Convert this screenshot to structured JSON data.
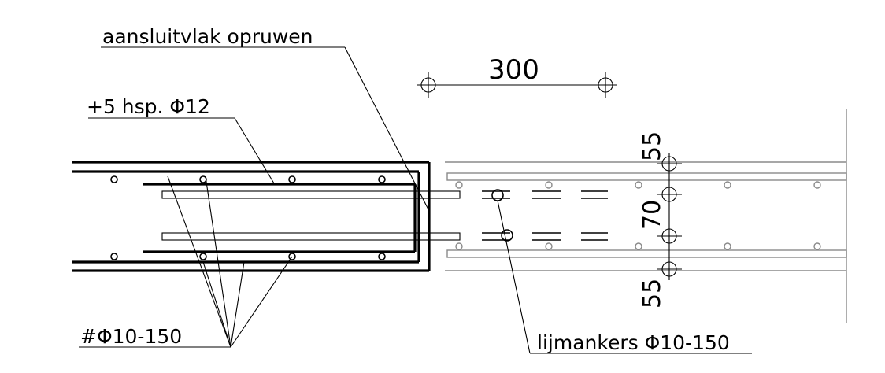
{
  "labels": {
    "top_note": "aansluitvlak opruwen",
    "main_bars": "+5 hsp. Φ12",
    "stirrups": "#Φ10-150",
    "anchors": "lijmankers Φ10-150"
  },
  "dimensions": {
    "horizontal": "300",
    "vertical_top": "55",
    "vertical_middle": "70",
    "vertical_bottom": "55"
  }
}
